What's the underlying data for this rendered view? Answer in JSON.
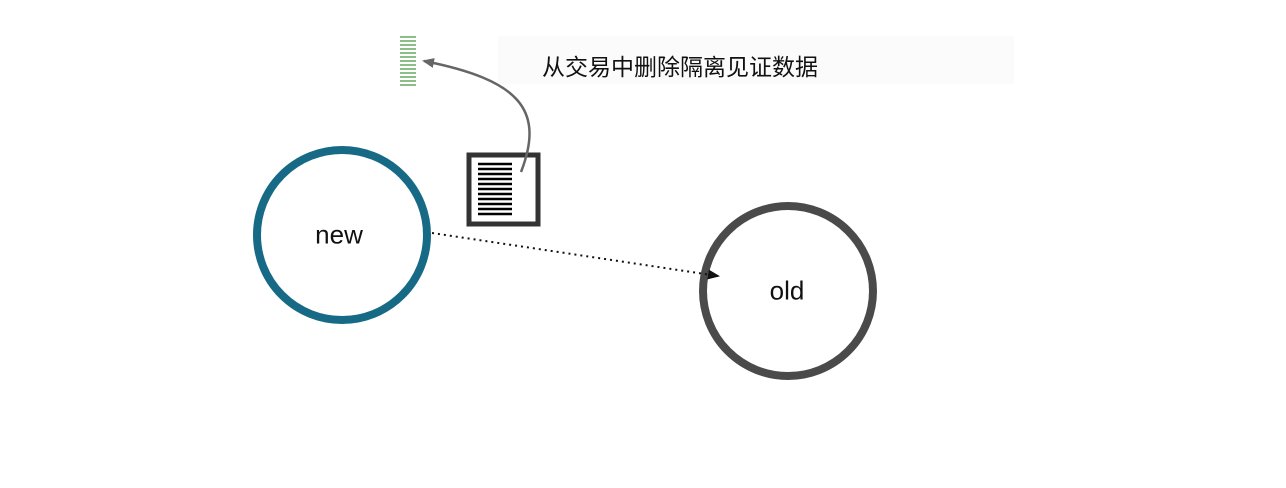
{
  "caption": "从交易中删除隔离见证数据",
  "nodes": {
    "new": {
      "label": "new",
      "color": "#176a85"
    },
    "old": {
      "label": "old",
      "color": "#4a4a4a"
    }
  },
  "colors": {
    "witness_stripes": "#8cbf88",
    "document": "#333333",
    "arrow": "#666666",
    "dotted_link": "#111111"
  },
  "icons": {
    "witness": "segregated-witness-stripes-icon",
    "transaction": "transaction-document-icon"
  }
}
